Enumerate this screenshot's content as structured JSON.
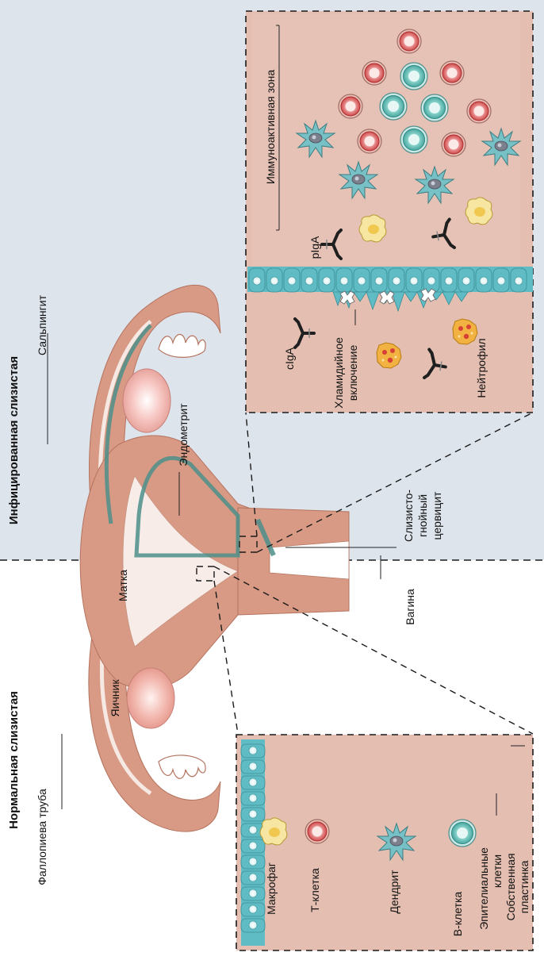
{
  "sections": {
    "normal": "Нормальная слизистая",
    "infected": "Инфицированная слизистая"
  },
  "anatomy": {
    "fallopian_tube": "Фаллопиева труба",
    "ovary": "Яичник",
    "uterus": "Матка",
    "vagina": "Вагина",
    "salpingitis": "Сальпингит",
    "endometritis": "Эндометрит",
    "cervicitis_l1": "Слизисто-",
    "cervicitis_l2": "гнойный",
    "cervicitis_l3": "цервицит"
  },
  "legend": {
    "macrophage": "Макрофаг",
    "t_cell": "Т-клетка",
    "dendrite": "Дендрит",
    "b_cell": "В-клетка",
    "epithelial_l1": "Эпителиальные",
    "epithelial_l2": "клетки",
    "lamina_l1": "Собственная",
    "lamina_l2": "пластинка"
  },
  "infected_panel": {
    "immune_zone": "Иммуноактивная зона",
    "pIgA": "pIgA",
    "cIgA": "cIgA",
    "chlamydia_l1": "Хламидийное",
    "chlamydia_l2": "включение",
    "neutrophil": "Нейтрофил"
  },
  "colors": {
    "background_left": "#ffffff",
    "background_right": "#dfe6ee",
    "tissue": "#d99a84",
    "panel_fill": "#e7c3b5",
    "epithelium": "#5fbcc4",
    "t_cell": "#d9534f",
    "b_cell": "#5fc0b5",
    "macrophage": "#f5e08a",
    "dendrite": "#6fb7bf"
  }
}
